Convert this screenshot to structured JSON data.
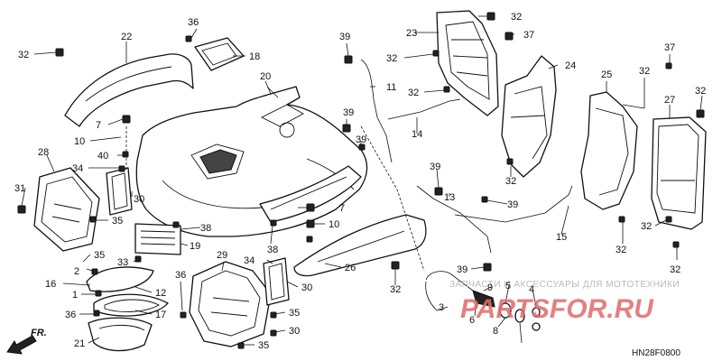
{
  "diagram_code": "HN28F0800",
  "front_label": "FR.",
  "watermark": {
    "tagline": "ЗАПЧАСТИ И АКСЕССУАРЫ ДЛЯ МОТОТЕХНИКИ",
    "logo": "PARTSFOR.RU"
  },
  "callouts": {
    "c1": "1",
    "c2": "2",
    "c3": "3",
    "c4": "4",
    "c5": "5",
    "c6": "6",
    "c7a": "7",
    "c7b": "7",
    "c8": "8",
    "c9": "9",
    "c10a": "10",
    "c10b": "10",
    "c11": "11",
    "c12": "12",
    "c13": "13",
    "c14": "14",
    "c15": "15",
    "c16": "16",
    "c17": "17",
    "c18": "18",
    "c19": "19",
    "c20": "20",
    "c21": "21",
    "c22": "22",
    "c23": "23",
    "c24": "24",
    "c25": "25",
    "c26": "26",
    "c27": "27",
    "c28": "28",
    "c29": "29",
    "c30a": "30",
    "c30b": "30",
    "c30c": "30",
    "c31": "31",
    "c32a": "32",
    "c32b": "32",
    "c32c": "32",
    "c32d": "32",
    "c32e": "32",
    "c32f": "32",
    "c32g": "32",
    "c32h": "32",
    "c32i": "32",
    "c33": "33",
    "c34a": "34",
    "c34b": "34",
    "c35a": "35",
    "c35b": "35",
    "c35c": "35",
    "c35d": "35",
    "c36a": "36",
    "c36b": "36",
    "c36c": "36",
    "c37a": "37",
    "c37b": "37",
    "c38a": "38",
    "c38b": "38",
    "c39a": "39",
    "c39b": "39",
    "c39c": "39",
    "c39d": "39",
    "c39e": "39",
    "c39f": "39",
    "c40": "40"
  }
}
